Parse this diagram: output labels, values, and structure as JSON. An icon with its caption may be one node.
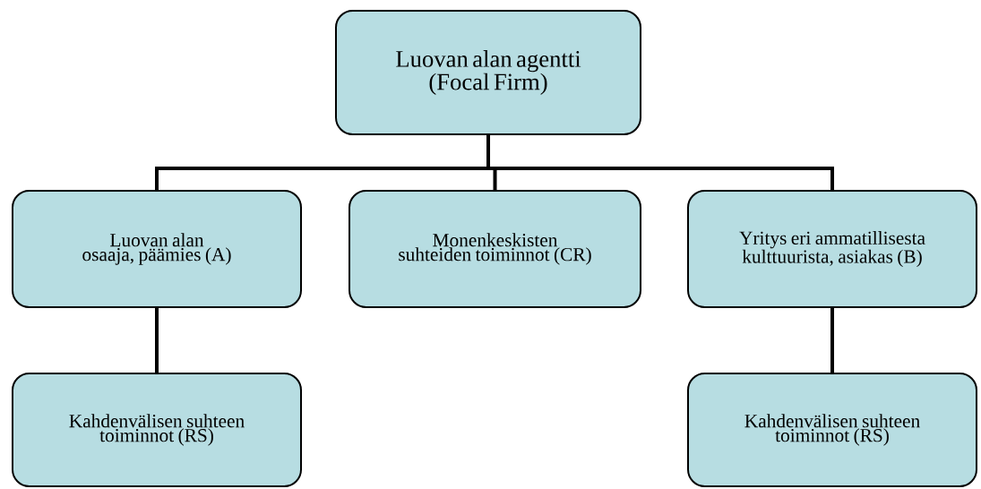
{
  "diagram": {
    "nodes": [
      {
        "text": [
          "Luovan alan agentti (Focal Firm)"
        ]
      },
      {
        "text": [
          "Luovan alan osaaja, päämies (A)"
        ]
      },
      {
        "text": [
          "Monenkeskisten suhteiden toiminnot (CR)"
        ]
      },
      {
        "text": [
          "Yritys eri ammatillisesta kulttuurista, asiakas (B)"
        ]
      },
      {
        "text": [
          "Kahdenvälisen suhteen toiminnot (RS)"
        ]
      },
      {
        "text": [
          "Kahdenvälisen suhteen toiminnot (RS)"
        ]
      }
    ],
    "edges": [
      {
        "from": 0,
        "to": 1,
        "arrow": "none"
      },
      {
        "from": 0,
        "to": 2,
        "arrow": "none"
      },
      {
        "from": 0,
        "to": 3,
        "arrow": "none"
      },
      {
        "from": 1,
        "to": 4,
        "arrow": "none"
      },
      {
        "from": 3,
        "to": 5,
        "arrow": "none"
      }
    ]
  }
}
